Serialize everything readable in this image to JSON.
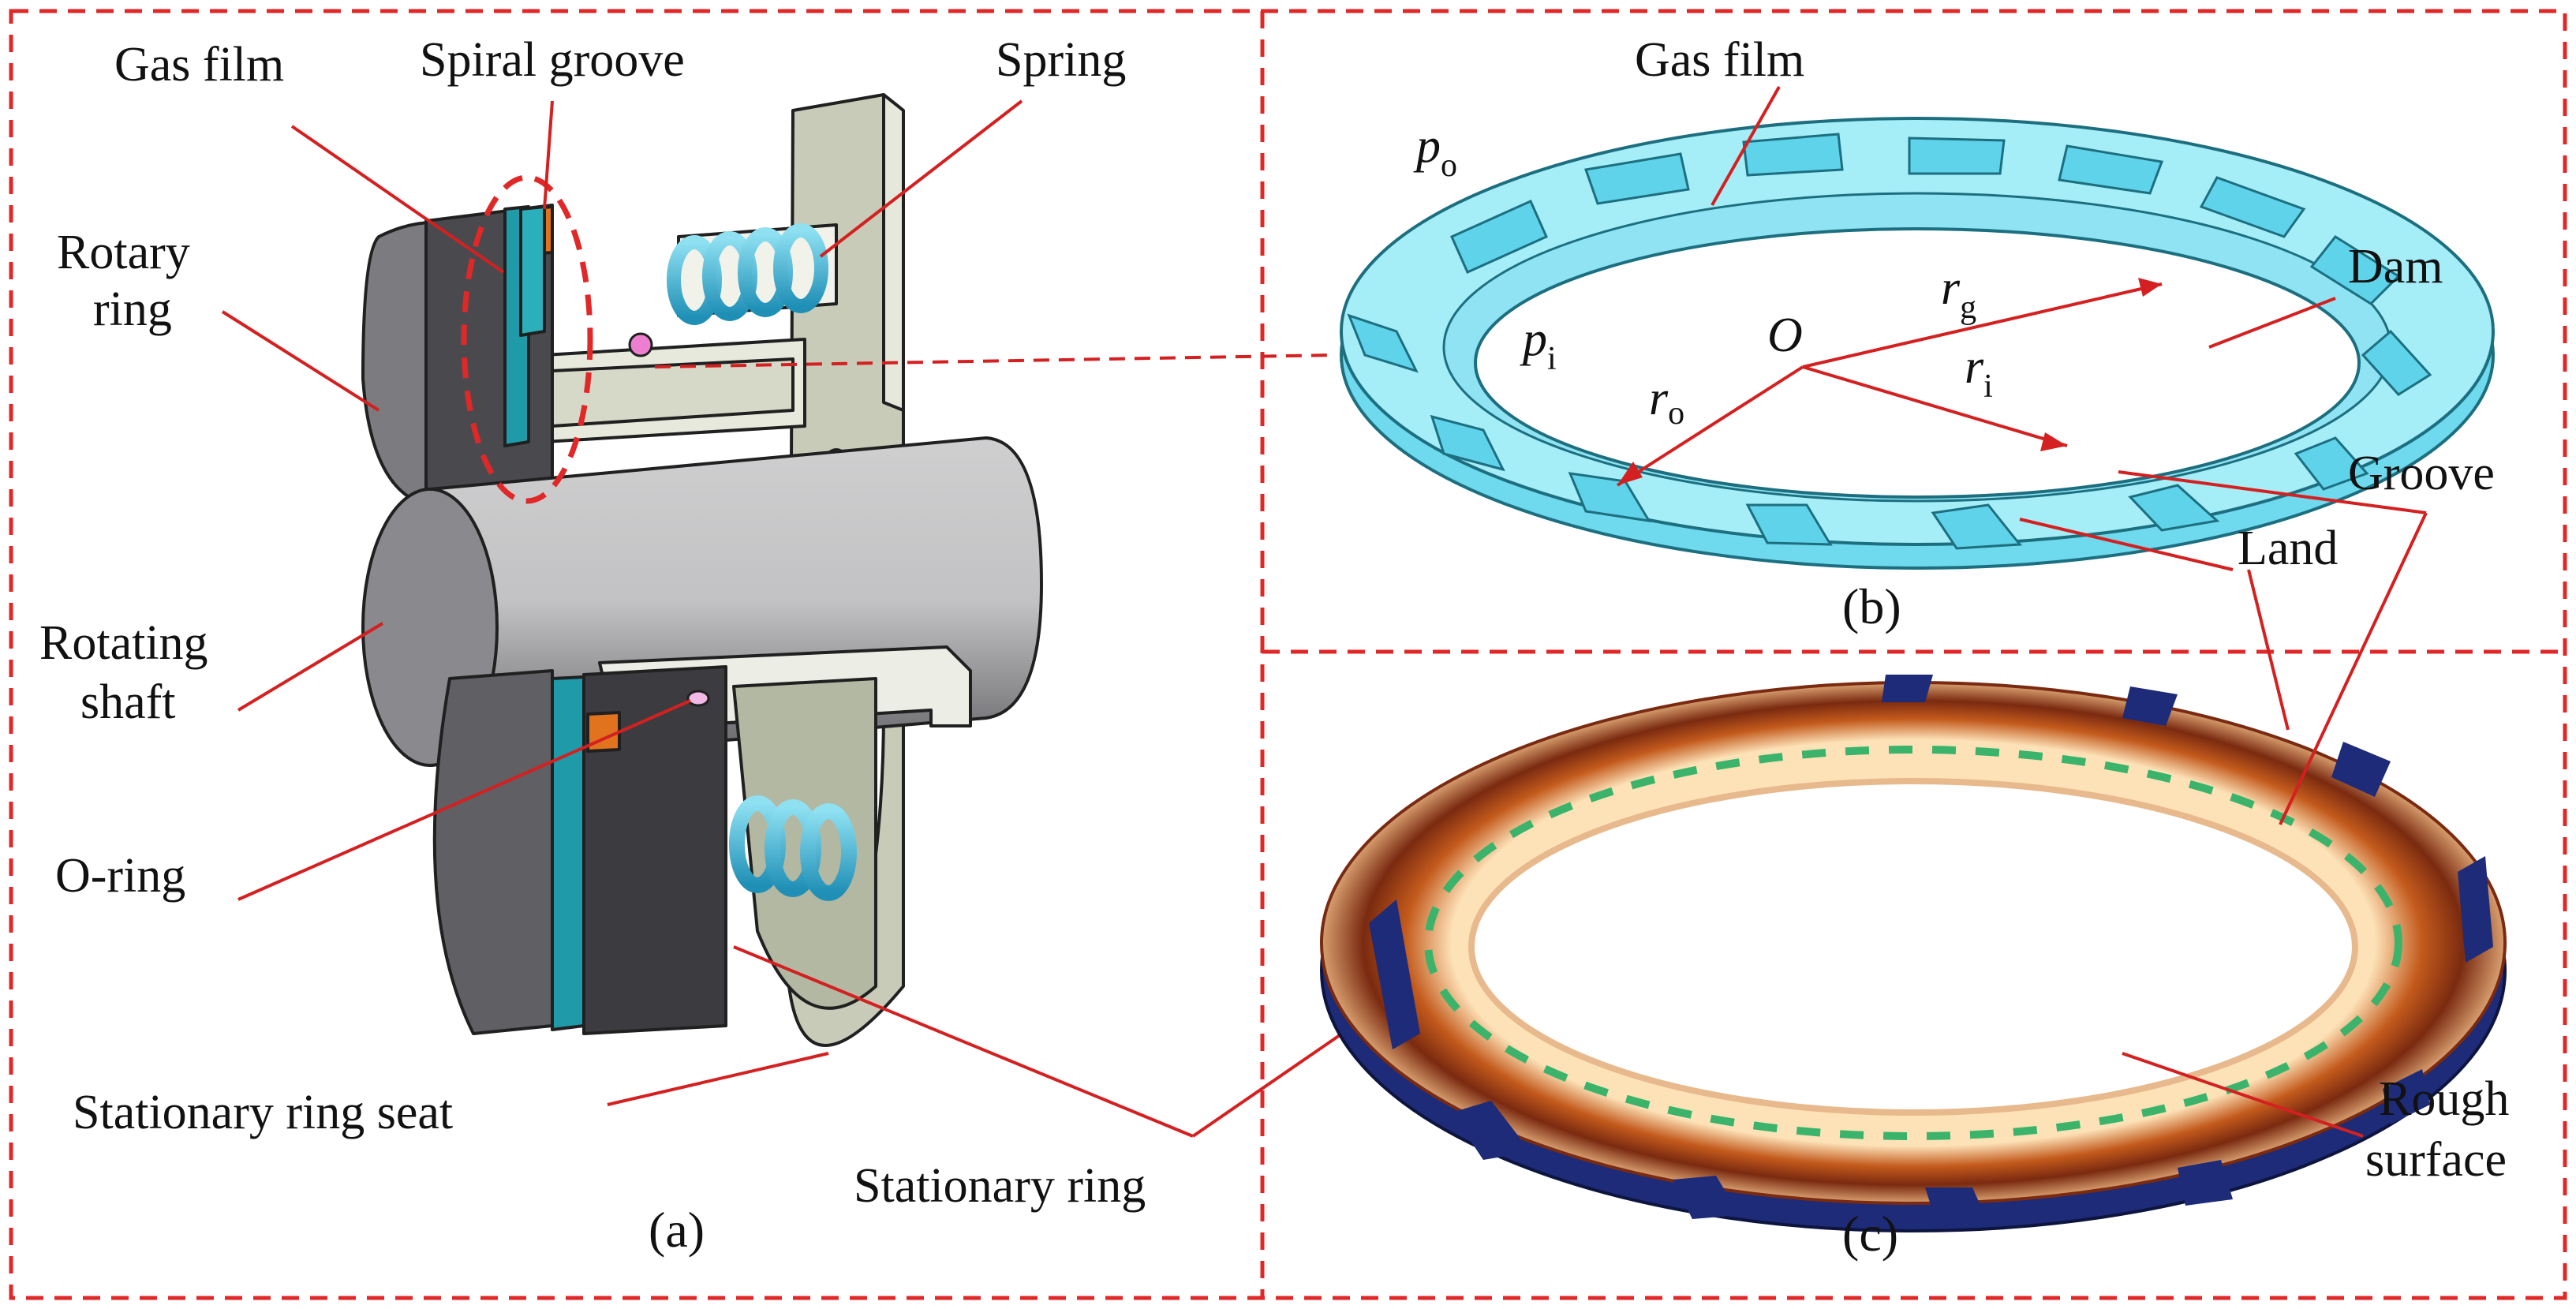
{
  "panels": {
    "a": {
      "caption": "(a)",
      "labels": {
        "gas_film": "Gas film",
        "spiral_groove": "Spiral groove",
        "spring": "Spring",
        "rotary_ring_1": "Rotary",
        "rotary_ring_2": "ring",
        "rotating_shaft_1": "Rotating",
        "rotating_shaft_2": "shaft",
        "o_ring": "O-ring",
        "stationary_ring_seat": "Stationary ring seat",
        "stationary_ring": "Stationary ring"
      }
    },
    "b": {
      "caption": "(b)",
      "labels": {
        "gas_film": "Gas film",
        "dam": "Dam",
        "groove": "Groove",
        "land": "Land",
        "origin": "O"
      },
      "symbols": {
        "p_o": {
          "main": "p",
          "sub": "o"
        },
        "p_i": {
          "main": "p",
          "sub": "i"
        },
        "r_g": {
          "main": "r",
          "sub": "g"
        },
        "r_o": {
          "main": "r",
          "sub": "o"
        },
        "r_i": {
          "main": "r",
          "sub": "i"
        }
      }
    },
    "c": {
      "caption": "(c)",
      "labels": {
        "rough_surface_1": "Rough",
        "rough_surface_2": "surface"
      }
    }
  },
  "colors": {
    "frame": "#e02828",
    "leader": "#d42020",
    "ring_cyan": "#8fe8f5",
    "groove_cyan": "#5fd3ea",
    "rotary_ring": "#4a4a4e",
    "shaft": "#a9a9ab",
    "seat": "#c7cbb7",
    "spring": "#3cb8d8",
    "spiral_groove": "#e2731e",
    "rough_surface": "#b2401a",
    "rough_dark": "#1d2b78"
  }
}
